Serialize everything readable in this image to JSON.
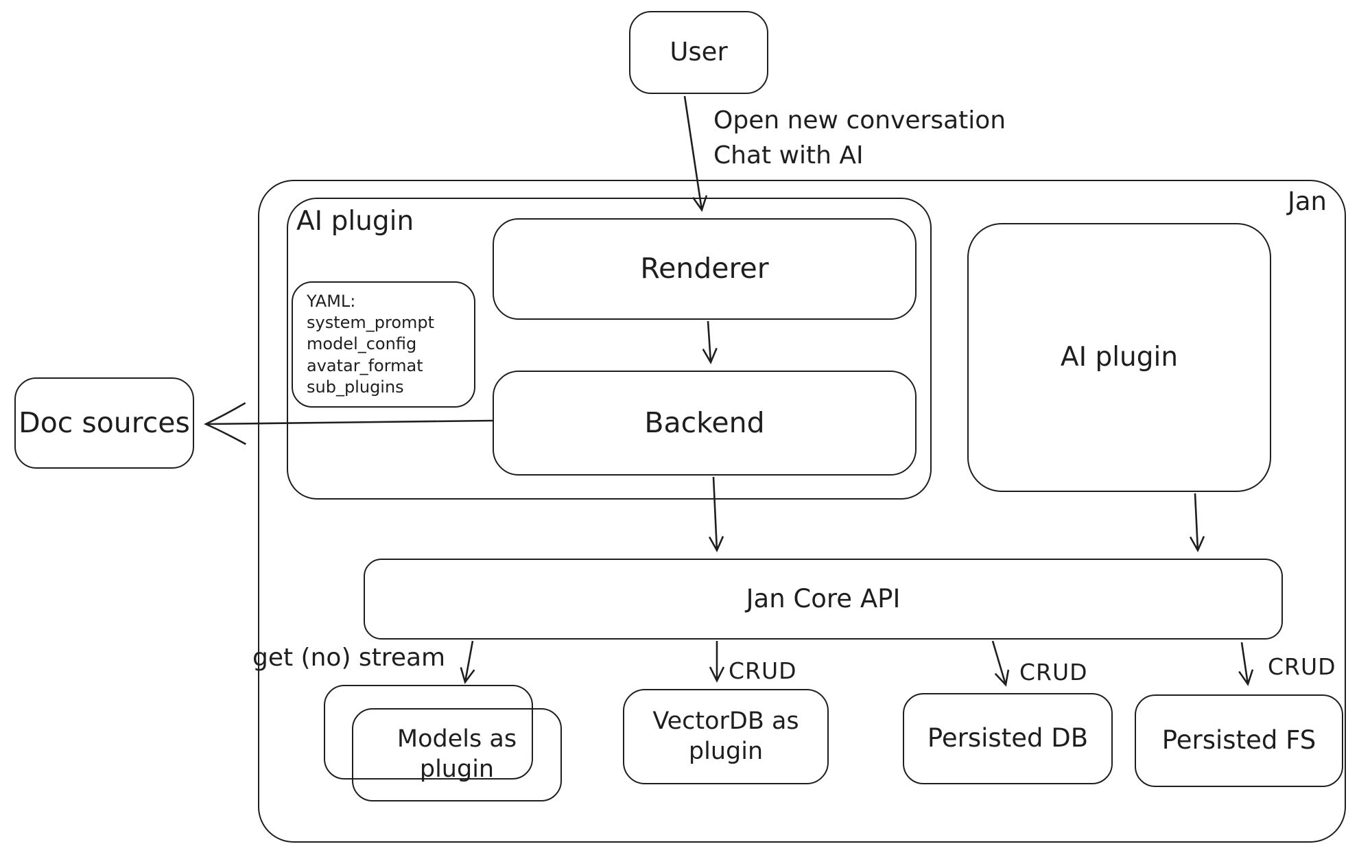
{
  "diagram": {
    "background": "#ffffff",
    "stroke_color": "#1e1e1e"
  },
  "nodes": {
    "user": {
      "label": "User"
    },
    "jan_container": {
      "label": "Jan"
    },
    "ai_plugin_container": {
      "label": "AI plugin"
    },
    "yaml_note": {
      "text": "YAML:\nsystem_prompt\nmodel_config\navatar_format\nsub_plugins"
    },
    "renderer": {
      "label": "Renderer"
    },
    "backend": {
      "label": "Backend"
    },
    "ai_plugin_box": {
      "label": "AI plugin"
    },
    "doc_sources": {
      "label": "Doc sources"
    },
    "jan_core_api": {
      "label": "Jan Core API"
    },
    "models_as_plugin": {
      "label": "Models as\nplugin"
    },
    "vectordb_as_plugin": {
      "label": "VectorDB as\nplugin"
    },
    "persisted_db": {
      "label": "Persisted DB"
    },
    "persisted_fs": {
      "label": "Persisted FS"
    }
  },
  "edge_labels": {
    "user_to_renderer": "Open new conversation\nChat with AI",
    "core_to_models": "get (no) stream",
    "core_to_vectordb": "CRUD",
    "core_to_persisted_db": "CRUD",
    "core_to_persisted_fs": "CRUD"
  }
}
